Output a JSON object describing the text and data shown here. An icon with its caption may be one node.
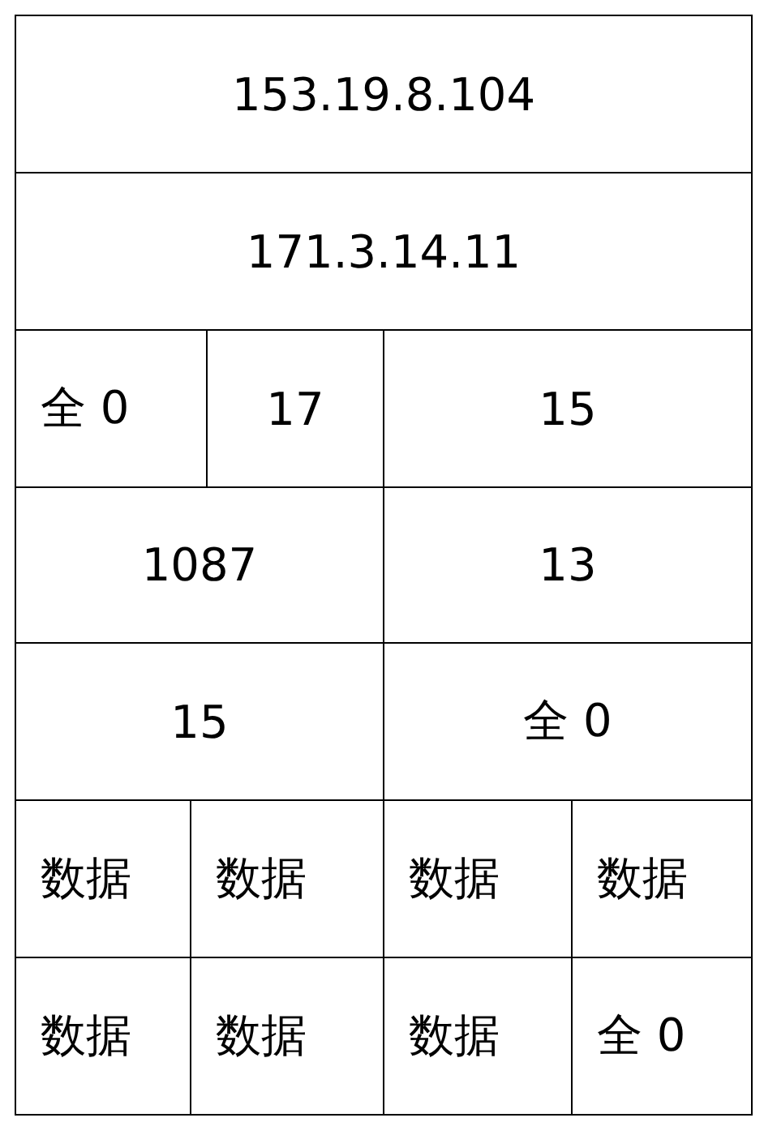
{
  "diagram": {
    "labels": [
      "153.19.8.104",
      "171.3.14.11",
      "全 0",
      "17",
      "15",
      "1087",
      "13",
      "15",
      "全 0",
      "数据",
      "数据",
      "数据",
      "数据",
      "数据",
      "数据",
      "数据",
      "全 0"
    ]
  }
}
